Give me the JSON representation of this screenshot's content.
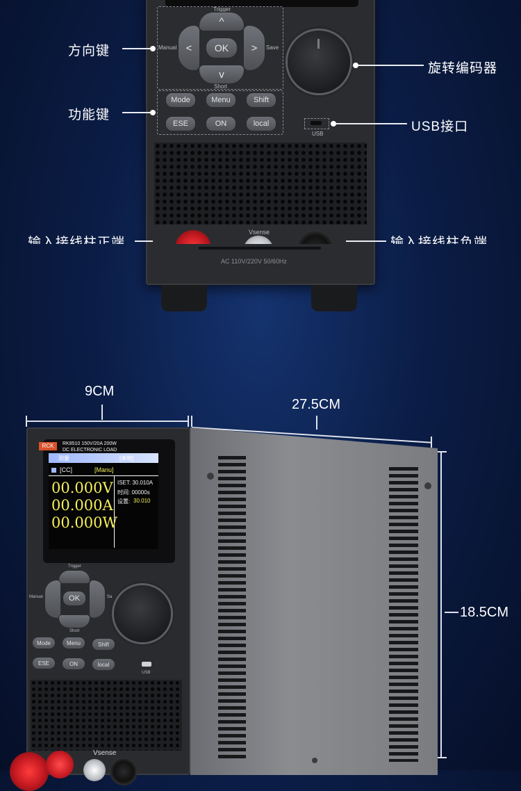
{
  "callouts": {
    "direction_keys": "方向键",
    "function_keys": "功能键",
    "encoder": "旋转编码器",
    "usb": "USB接口",
    "input_pos": "输入接线柱正端",
    "input_neg": "输入接线柱负端"
  },
  "panel": {
    "trigger": "Trigger",
    "manual": "Manual",
    "save": "Save",
    "short": "Short",
    "ok": "OK",
    "up": "^",
    "down": "v",
    "left": "<",
    "right": ">",
    "keys_row1": [
      "Mode",
      "Menu",
      "Shift"
    ],
    "keys_row2": [
      "ESE",
      "ON",
      "local"
    ],
    "usb_small": "USB",
    "vsense": "Vsense",
    "ac_label": "AC 110V/220V 50/60Hz"
  },
  "dimensions": {
    "width": "9CM",
    "depth": "27.5CM",
    "height": "18.5CM"
  },
  "device": {
    "brand": "RCK",
    "model_line1": "RK8510 150V/20A 200W",
    "model_line2": "DC ELECTRONIC LOAD",
    "header_left": "测量",
    "header_right": "[本地]",
    "mode": "[CC]",
    "mode_right": "[Manu]",
    "volts": "00.000",
    "volts_unit": "V",
    "amps": "00.000",
    "amps_unit": "A",
    "watts": "00.000",
    "watts_unit": "W",
    "iset": "ISET: 30.010A",
    "time": "时间:  00000s",
    "setting_label": "设置:",
    "setting_value": "30.010",
    "usb_small": "USB",
    "vsense": "Vsense",
    "trigger": "Trigger",
    "manual": "Manual",
    "save": "Sa",
    "short": "Short",
    "ok": "OK",
    "keys_row1": [
      "Mode",
      "Menu",
      "Shift"
    ],
    "keys_row2": [
      "ESE",
      "ON",
      "local"
    ]
  },
  "colors": {
    "background": "#0b1d46",
    "display_yellow": "#f6f05a",
    "header_blue": "#9fb8ff",
    "terminal_red": "#d4202a"
  }
}
